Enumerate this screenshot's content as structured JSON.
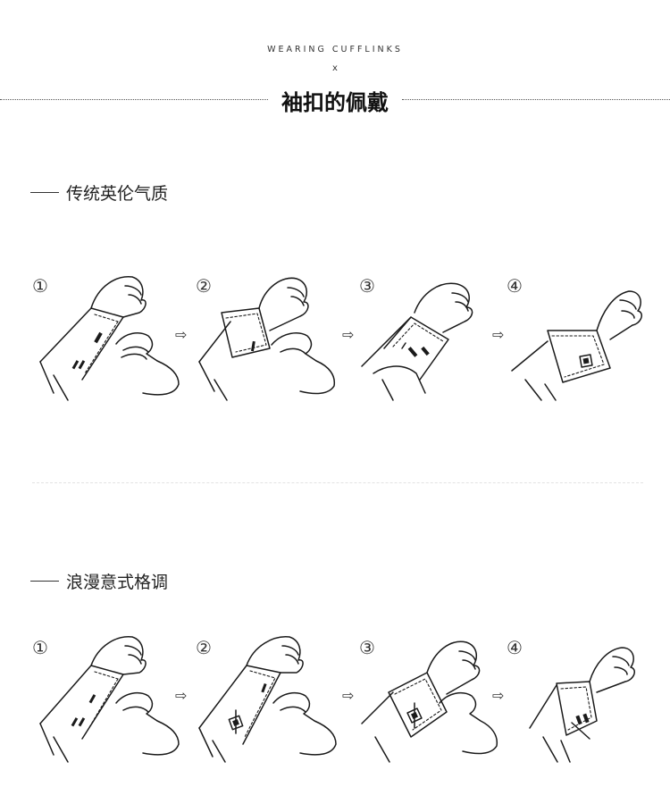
{
  "header": {
    "eyebrow": "WEARING CUFFLINKS",
    "cross": "x",
    "title": "袖扣的佩戴"
  },
  "sections": [
    {
      "title": "传统英伦气质",
      "steps": [
        "①",
        "②",
        "③",
        "④"
      ],
      "arrow": "⇨"
    },
    {
      "title": "浪漫意式格调",
      "steps": [
        "①",
        "②",
        "③",
        "④"
      ],
      "arrow": "⇨"
    }
  ]
}
